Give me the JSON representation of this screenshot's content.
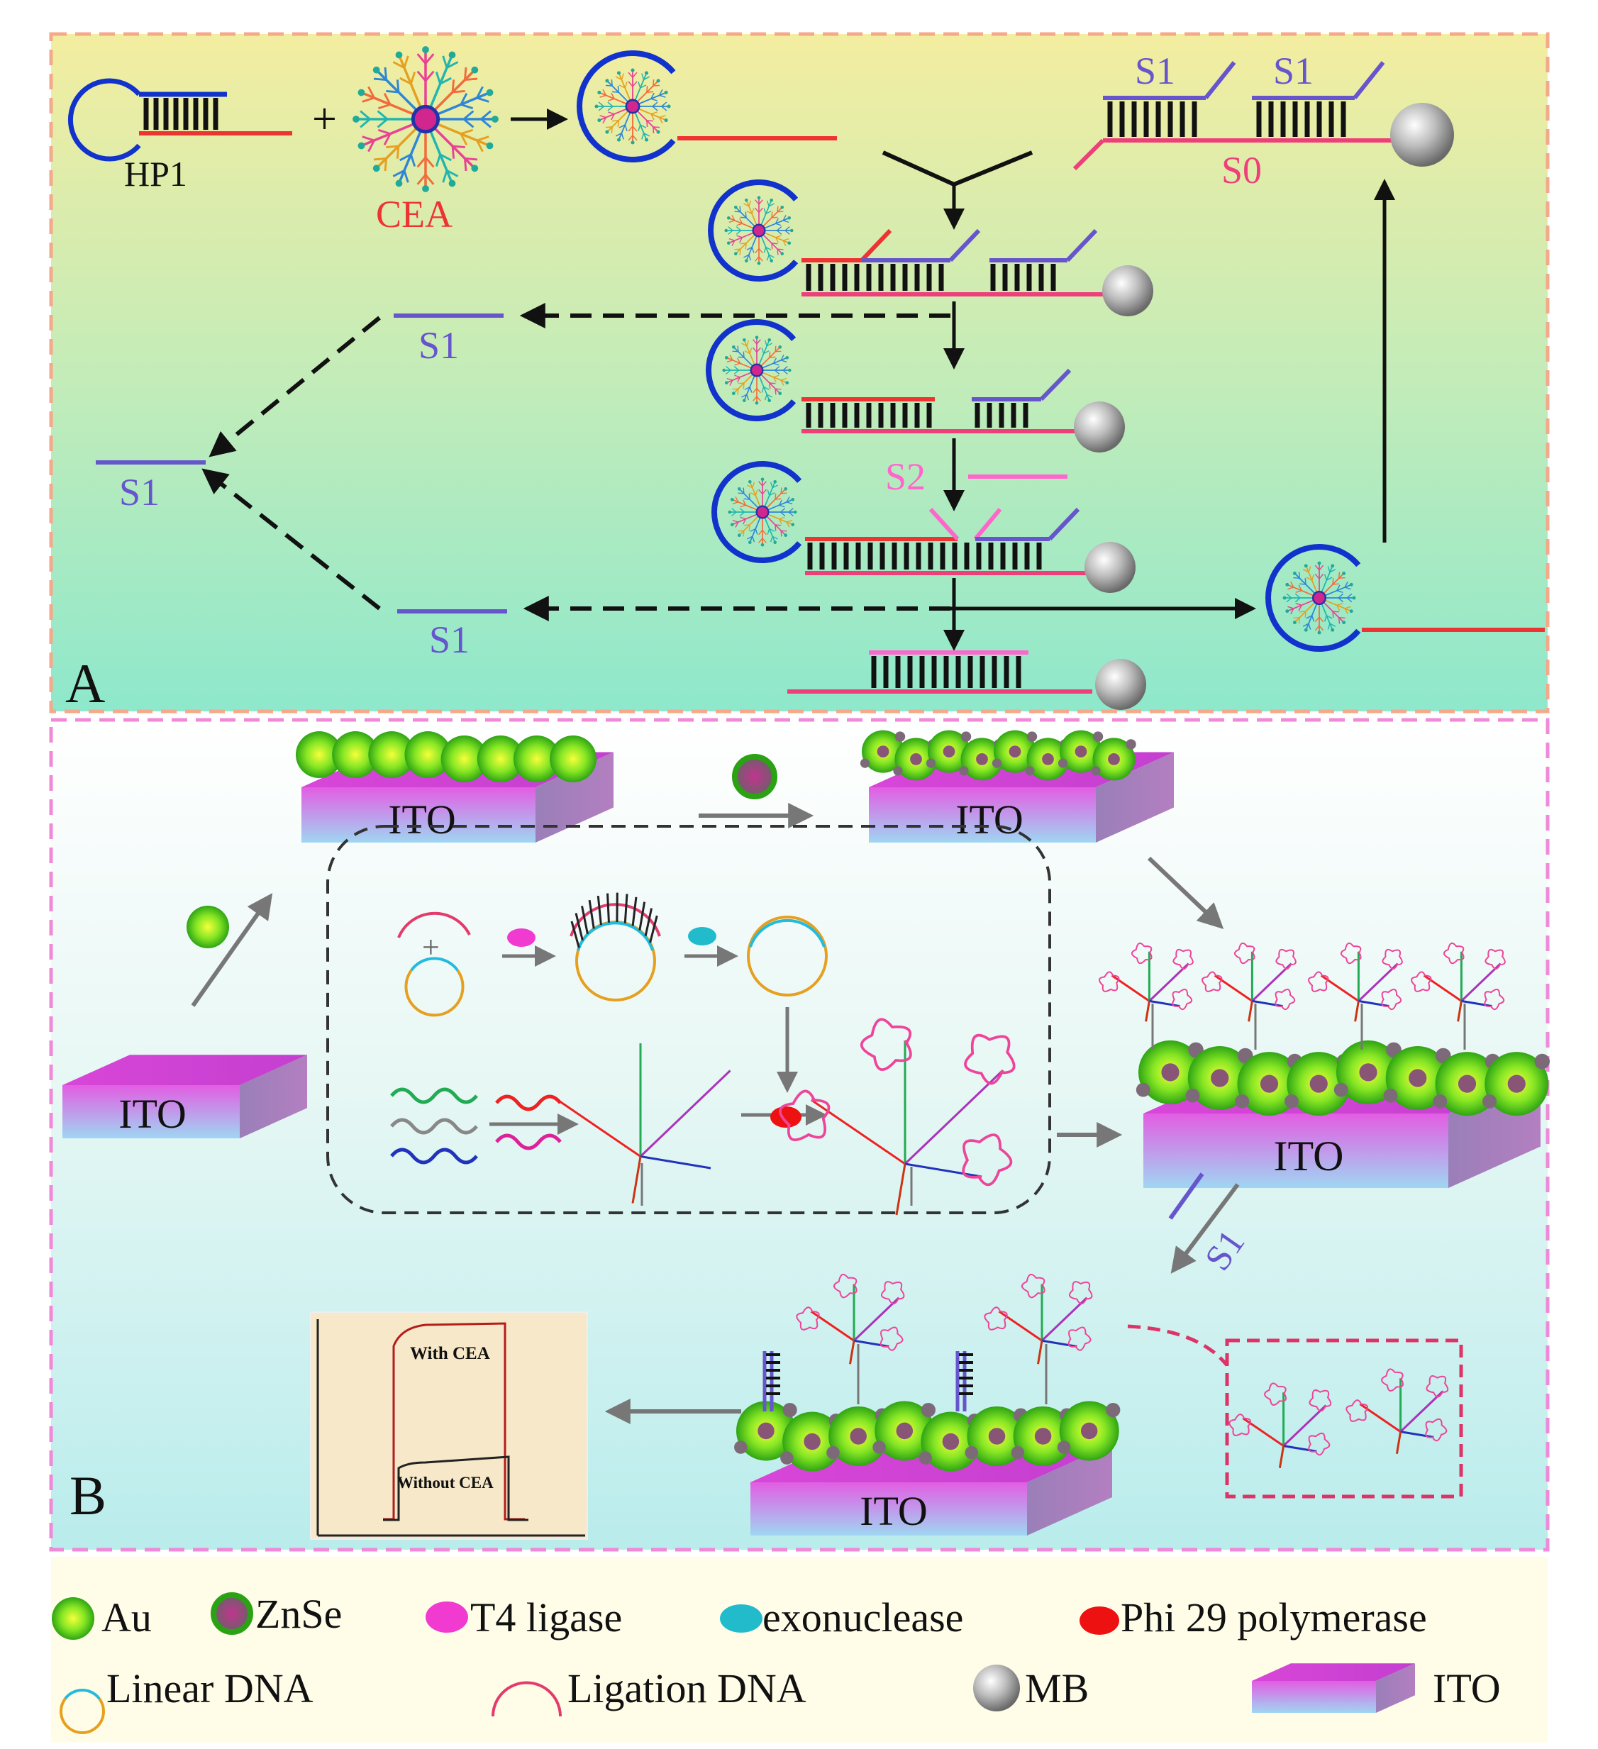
{
  "panel_a": {
    "label": "A",
    "hp1": "HP1",
    "cea": "CEA",
    "plus": "+",
    "s0": "S0",
    "s1": "S1",
    "s2": "S2"
  },
  "panel_b": {
    "label": "B",
    "ito": "ITO",
    "s1": "S1",
    "plus": "+",
    "inset": {
      "with_cea": "With CEA",
      "without_cea": "Without CEA"
    }
  },
  "legend": {
    "items": [
      {
        "label": "Au",
        "icon": "au-nanoparticle-icon"
      },
      {
        "label": "ZnSe",
        "icon": "znse-nanoparticle-icon"
      },
      {
        "label": "T4 ligase",
        "icon": "t4-ligase-icon"
      },
      {
        "label": "exonuclease",
        "icon": "exonuclease-icon"
      },
      {
        "label": "Phi 29 polymerase",
        "icon": "phi29-polymerase-icon"
      },
      {
        "label": "Linear DNA",
        "icon": "linear-dna-icon"
      },
      {
        "label": "Ligation DNA",
        "icon": "ligation-dna-icon"
      },
      {
        "label": "MB",
        "icon": "magnetic-bead-icon"
      },
      {
        "label": "ITO",
        "icon": "ito-electrode-icon"
      }
    ]
  },
  "colors": {
    "frame_a": "#f4a98a",
    "frame_b": "#f089d8",
    "s1_strand": "#6655cc",
    "s0_strand": "#ee3f7a",
    "s2_strand": "#ff66cc",
    "hp1_loop": "#1133cc",
    "hp1_tail": "#ee3333",
    "au": "#66dd22",
    "znse": "#885577",
    "legend_bg": "#fffde8"
  }
}
